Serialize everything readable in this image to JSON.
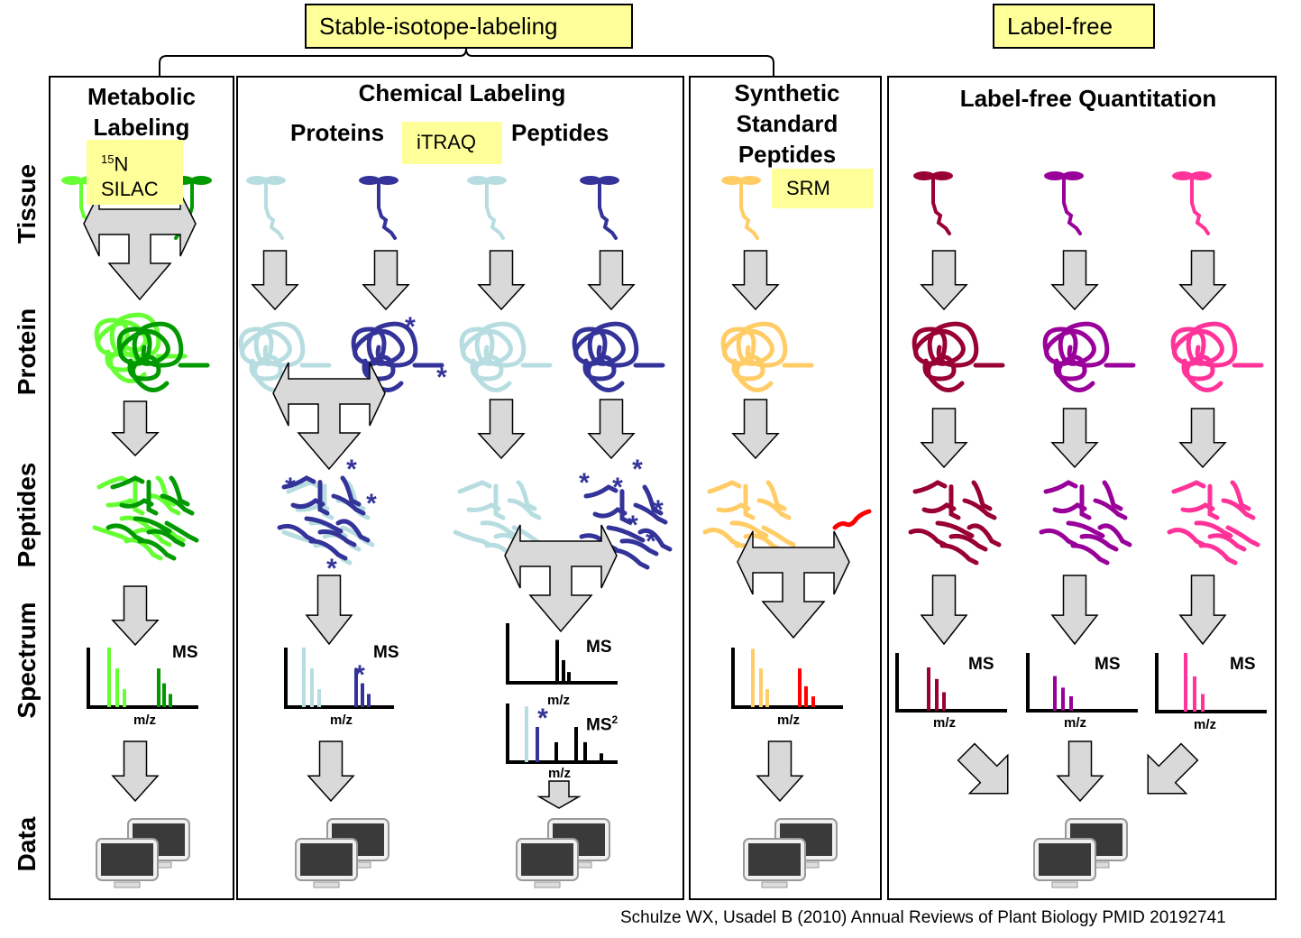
{
  "categories": {
    "stable_isotope": "Stable-isotope-labeling",
    "label_free": "Label-free"
  },
  "row_labels": [
    "Tissue",
    "Protein",
    "Peptides",
    "Spectrum",
    "Data"
  ],
  "panels": {
    "metabolic": {
      "title_line1": "Metabolic",
      "title_line2": "Labeling",
      "tag_superscript": "15",
      "tag_line1": "N",
      "tag_line2": "SILAC"
    },
    "chemical": {
      "title": "Chemical Labeling",
      "sub_left": "Proteins",
      "sub_right": "Peptides",
      "tag": "iTRAQ"
    },
    "synthetic": {
      "title_line1": "Synthetic",
      "title_line2": "Standard",
      "title_line3": "Peptides",
      "tag": "SRM"
    },
    "labelfree": {
      "title": "Label-free Quantitation"
    }
  },
  "spectra": {
    "ms_label": "MS",
    "ms2_label": "MS",
    "ms2_superscript": "2",
    "mz_label": "m/z"
  },
  "colors": {
    "light_green": "#66ff33",
    "dark_green": "#009900",
    "light_blue": "#b7dde1",
    "dark_blue": "#333399",
    "orange": "#ffcc66",
    "red": "#ff0000",
    "maroon": "#990033",
    "purple": "#990099",
    "pink": "#ff3399",
    "arrow_fill": "#d9d9d9",
    "tag_yellow": "#ffff99"
  },
  "citation": "Schulze WX, Usadel B (2010) Annual Reviews of Plant Biology PMID 20192741"
}
